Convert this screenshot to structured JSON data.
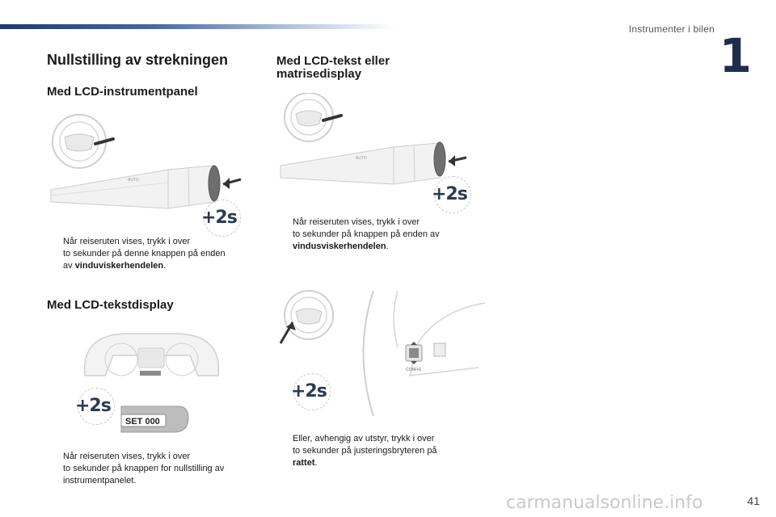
{
  "header": {
    "section": "Instrumenter i bilen",
    "chapter": "1"
  },
  "title": "Nullstilling av strekningen",
  "sections": {
    "lcd_panel": {
      "heading": "Med LCD-instrumentpanel",
      "badge": "+2s",
      "text_line1": "Når reiseruten vises, trykk i over",
      "text_line2": "to sekunder på denne knappen på enden",
      "text_line3_pre": "av ",
      "text_line3_bold": "vinduviskerhendelen",
      "text_line3_post": "."
    },
    "lcd_text": {
      "heading": "Med LCD-tekstdisplay",
      "badge": "+2s",
      "button_label": "SET 000",
      "text_line1": "Når reiseruten vises, trykk i over",
      "text_line2": "to sekunder på knappen for nullstilling av",
      "text_line3": "instrumentpanelet."
    },
    "lcd_matrix": {
      "heading_line1": "Med LCD-tekst eller",
      "heading_line2": "matrisedisplay",
      "badge": "+2s",
      "text_line1": "Når reiseruten vises, trykk i over",
      "text_line2": "to sekunder på knappen på enden av",
      "text_line3_bold": "vindusviskerhendelen",
      "text_line3_post": "."
    },
    "steering": {
      "badge": "+2s",
      "config_label": "CONFIG",
      "text_line1": "Eller, avhengig av utstyr, trykk i over",
      "text_line2": "to sekunder på justeringsbryteren på",
      "text_line3_bold": "rattet",
      "text_line3_post": "."
    }
  },
  "bullet_symbol": "",
  "footer": {
    "watermark": "carmanualsonline.info",
    "page": "41"
  }
}
